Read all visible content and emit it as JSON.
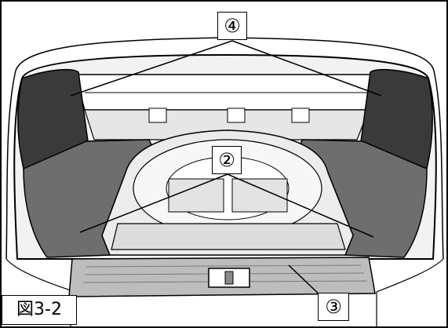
{
  "callouts": {
    "top": "④",
    "middle": "②",
    "bottom": "③"
  },
  "caption": "図3-2",
  "colors": {
    "line": "#000000",
    "dark_panel": "#3a3a3a",
    "mid_panel": "#6e6e6e",
    "light_panel": "#d9d9d9",
    "white": "#ffffff"
  }
}
